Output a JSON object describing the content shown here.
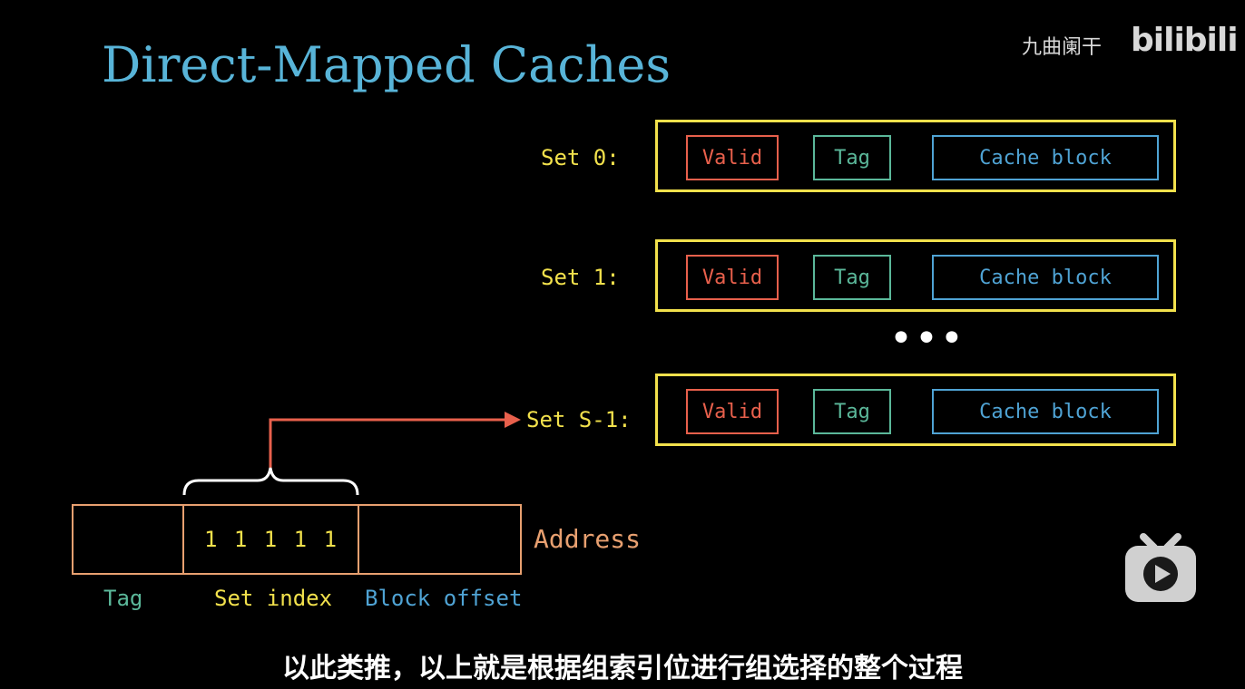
{
  "title": "Direct-Mapped Caches",
  "watermark": {
    "channel": "九曲阑干",
    "logo": "bilibili",
    "play_icon": "bilibili-tv-play-icon"
  },
  "sets": [
    {
      "label": "Set 0:",
      "valid": "Valid",
      "tag": "Tag",
      "block": "Cache block"
    },
    {
      "label": "Set 1:",
      "valid": "Valid",
      "tag": "Tag",
      "block": "Cache block"
    },
    {
      "label": "Set S-1:",
      "valid": "Valid",
      "tag": "Tag",
      "block": "Cache block"
    }
  ],
  "address": {
    "label": "Address",
    "set_index_bits": "1 1 1 1 1",
    "fields": {
      "tag": "Tag",
      "set_index": "Set index",
      "block_offset": "Block offset"
    }
  },
  "subtitle": "以此类推，以上就是根据组索引位进行组选择的整个过程",
  "colors": {
    "title": "#58B4D8",
    "set": "#F2E14C",
    "valid": "#E8604C",
    "tag": "#5BB89A",
    "block": "#4FA3D4",
    "address": "#E8A070",
    "arrow": "#E8604C"
  }
}
